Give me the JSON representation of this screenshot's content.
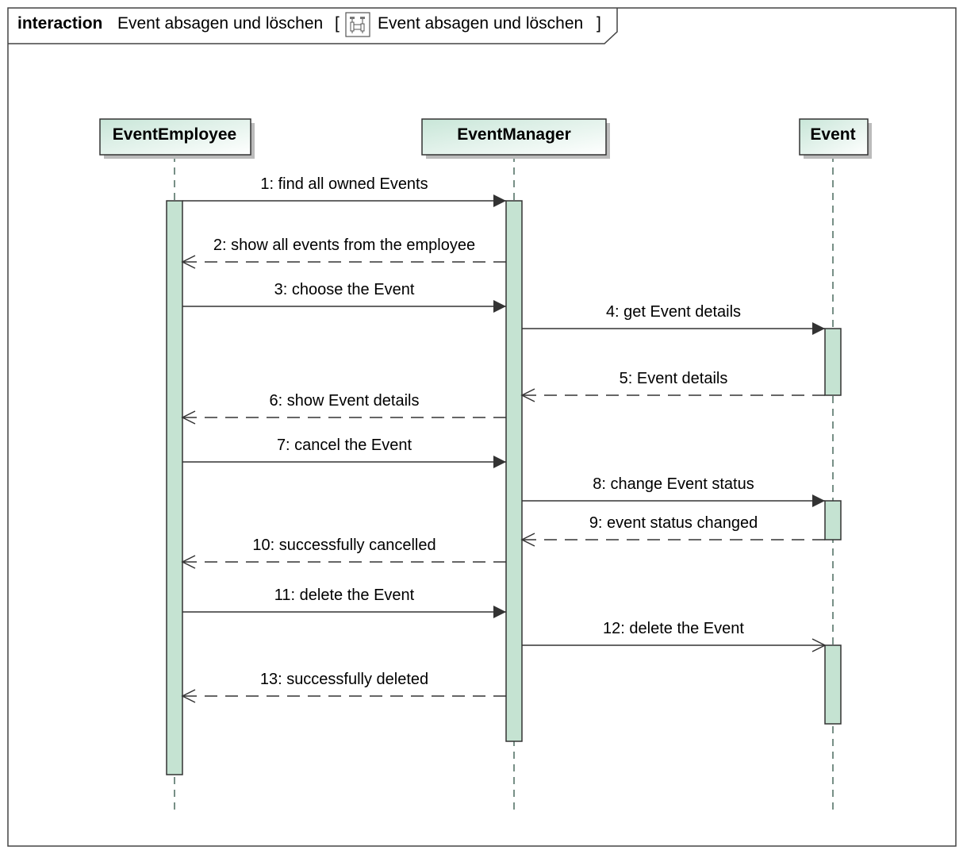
{
  "frame": {
    "keyword": "interaction",
    "name": "Event absagen und löschen",
    "bracket_open": "[",
    "reference_name": "Event absagen und löschen",
    "bracket_close": "]"
  },
  "lifelines": [
    {
      "id": "employee",
      "name": "EventEmployee"
    },
    {
      "id": "manager",
      "name": "EventManager"
    },
    {
      "id": "event",
      "name": "Event"
    }
  ],
  "messages": [
    {
      "number": 1,
      "label": "1: find all owned Events",
      "from": "employee",
      "to": "manager",
      "kind": "call"
    },
    {
      "number": 2,
      "label": "2: show all events from the employee",
      "from": "manager",
      "to": "employee",
      "kind": "return"
    },
    {
      "number": 3,
      "label": "3: choose the Event",
      "from": "employee",
      "to": "manager",
      "kind": "call"
    },
    {
      "number": 4,
      "label": "4: get Event details",
      "from": "manager",
      "to": "event",
      "kind": "call"
    },
    {
      "number": 5,
      "label": "5: Event details",
      "from": "event",
      "to": "manager",
      "kind": "return"
    },
    {
      "number": 6,
      "label": "6: show Event details",
      "from": "manager",
      "to": "employee",
      "kind": "return"
    },
    {
      "number": 7,
      "label": "7: cancel the Event",
      "from": "employee",
      "to": "manager",
      "kind": "call"
    },
    {
      "number": 8,
      "label": "8: change Event status",
      "from": "manager",
      "to": "event",
      "kind": "call"
    },
    {
      "number": 9,
      "label": "9: event status changed",
      "from": "event",
      "to": "manager",
      "kind": "return"
    },
    {
      "number": 10,
      "label": "10: successfully cancelled",
      "from": "manager",
      "to": "employee",
      "kind": "return"
    },
    {
      "number": 11,
      "label": "11: delete the Event",
      "from": "employee",
      "to": "manager",
      "kind": "call"
    },
    {
      "number": 12,
      "label": "12: delete the Event",
      "from": "manager",
      "to": "event",
      "kind": "async"
    },
    {
      "number": 13,
      "label": "13: successfully deleted",
      "from": "manager",
      "to": "employee",
      "kind": "return"
    }
  ],
  "colors": {
    "lifeline_fill": "#c8e6d8",
    "activation_fill": "#c5e3d2",
    "stroke": "#333333",
    "lifeline_dash": "#4a6a5e"
  },
  "icons": {
    "frame_reference": "sequence-diagram-icon"
  }
}
